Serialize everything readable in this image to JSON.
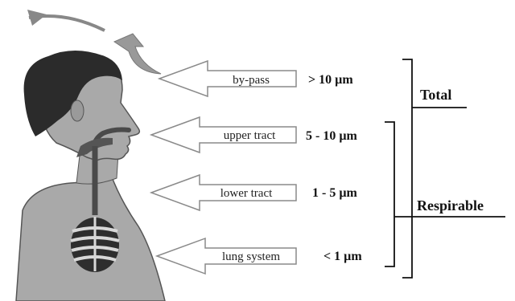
{
  "arrows": [
    {
      "label": "by-pass",
      "size": "> 10 µm"
    },
    {
      "label": "upper tract",
      "size": "5 - 10 µm"
    },
    {
      "label": "lower tract",
      "size": "1 - 5 µm"
    },
    {
      "label": "lung system",
      "size": "< 1 µm"
    }
  ],
  "groups": {
    "total": "Total",
    "respirable": "Respirable"
  },
  "colors": {
    "skin": "#a9a9a9",
    "hair": "#2b2b2b",
    "airway": "#4a4a4a",
    "lung": "#2e2e2e",
    "arrow_stroke": "#8a8a8a",
    "line": "#111111"
  }
}
